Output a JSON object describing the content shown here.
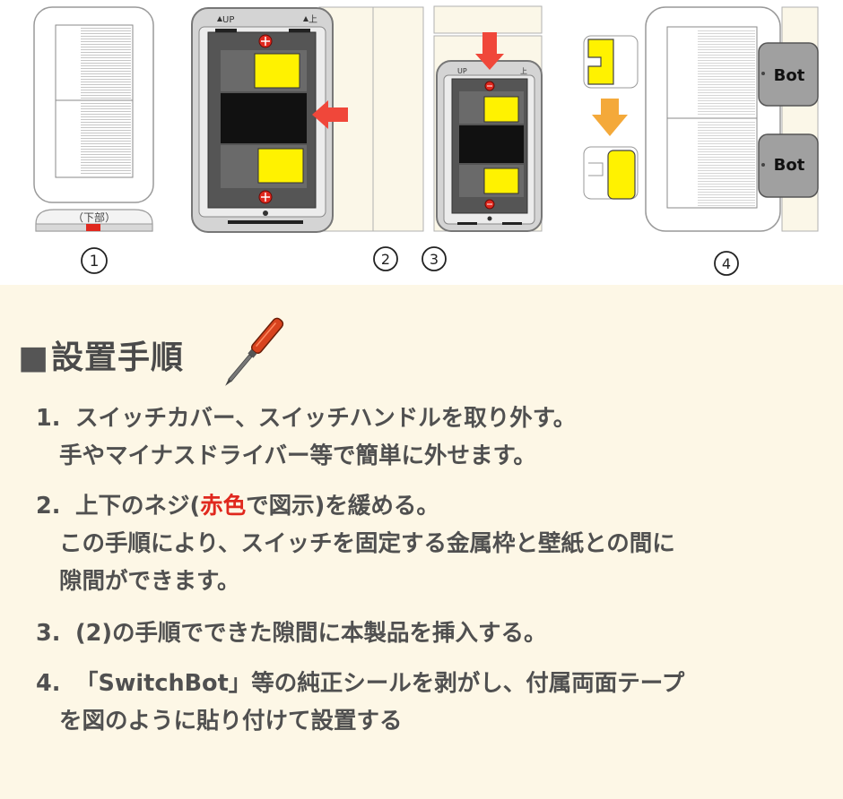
{
  "diagram": {
    "labels": {
      "lower_part": "（下部）",
      "up_left": "UP",
      "up_right": "上",
      "bot": "Bot",
      "step_numbers": [
        "1",
        "2",
        "3",
        "4"
      ]
    },
    "colors": {
      "screw_red": "#e0281e",
      "yellow": "#fff200",
      "arrow_red": "#f0473a",
      "arrow_orange": "#f4a93a",
      "plate_gray": "#c8c8c8",
      "bot_gray": "#9a9a9a"
    }
  },
  "instructions": {
    "heading": "設置手順",
    "heading_marker": "■",
    "tool_icon": "screwdriver-icon",
    "steps": [
      {
        "num": "1.",
        "line1": "スイッチカバー、スイッチハンドルを取り外す。",
        "line2": "手やマイナスドライバー等で簡単に外せます。"
      },
      {
        "num": "2.",
        "line1_pre": "上下のネジ(",
        "line1_red": "赤色",
        "line1_post": "で図示)を緩める。",
        "line2": "この手順により、スイッチを固定する金属枠と壁紙との間に",
        "line3": "隙間ができます。"
      },
      {
        "num": "3.",
        "line1": "(2)の手順でできた隙間に本製品を挿入する。"
      },
      {
        "num": "4.",
        "line1": "「SwitchBot」等の純正シールを剥がし、付属両面テープ",
        "line2": "を図のように貼り付けて設置する"
      }
    ]
  }
}
